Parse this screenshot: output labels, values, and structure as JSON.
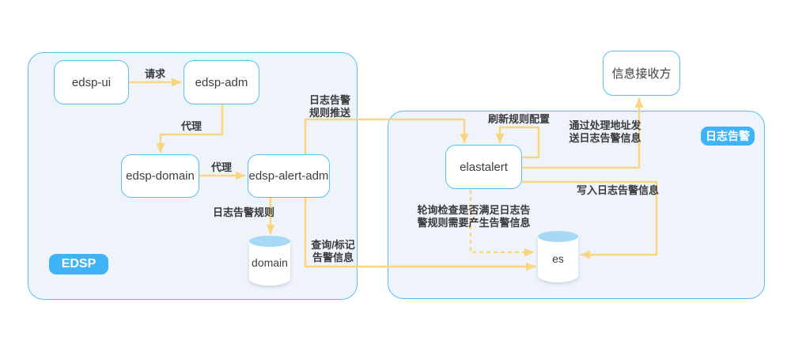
{
  "colors": {
    "arrow": "#f8d57e",
    "node_border": "#56c1f6",
    "node_fill": "#ffffff",
    "container_fill": "#eff4fa",
    "container_border": "#56c1f6",
    "badge_bg": "#3fb3f7",
    "badge_text": "#ffffff",
    "label_text": "#3a3a3a",
    "cylinder_top": "#a6d9f6"
  },
  "containers": {
    "edsp": {
      "badge": "EDSP"
    },
    "log_alert": {
      "badge": "日志告警"
    }
  },
  "nodes": {
    "edsp_ui": "edsp-ui",
    "edsp_adm": "edsp-adm",
    "edsp_domain": "edsp-domain",
    "edsp_alert_adm": "edsp-alert-adm",
    "domain_db": "domain",
    "elastalert": "elastalert",
    "es_db": "es",
    "receiver": "信息接收方"
  },
  "edge_labels": {
    "request": "请求",
    "proxy_adm": "代理",
    "proxy_domain": "代理",
    "alert_rule": "日志告警规则",
    "rule_push": "日志告警\n规则推送",
    "query_mark": "查询/标记\n告警信息",
    "refresh_config": "刷新规则配置",
    "send_via_handler": "通过处理地址发\n送日志告警信息",
    "write_alert": "写入日志告警信息",
    "poll_check": "轮询检查是否满足日志告\n警规则需要产生告警信息"
  }
}
